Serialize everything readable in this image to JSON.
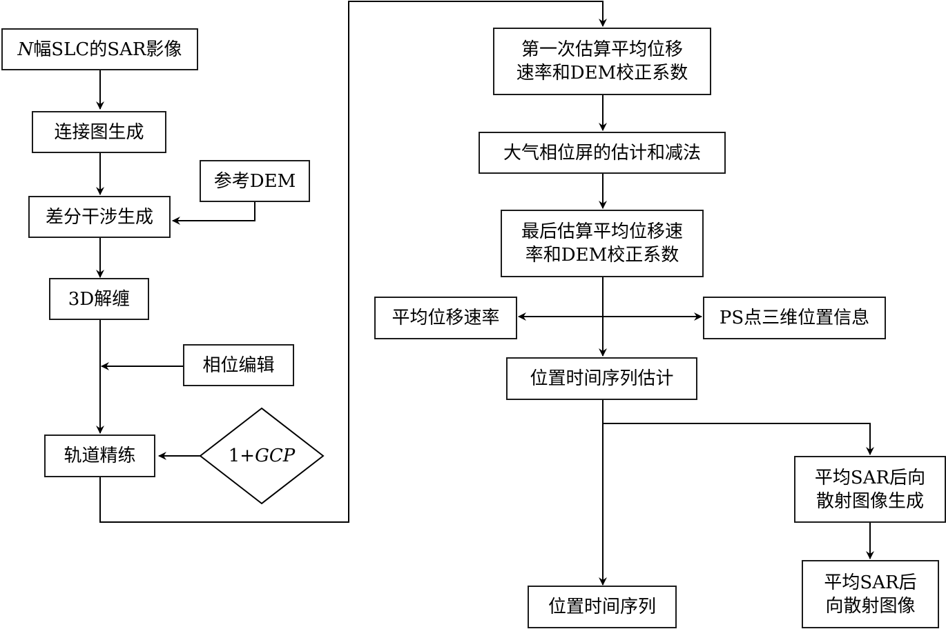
{
  "diagram": {
    "nodes": {
      "n_slc": {
        "prefix": "N",
        "text": "幅SLC的SAR影像"
      },
      "n_graph": {
        "text": "连接图生成"
      },
      "n_refdem": {
        "text": "参考DEM"
      },
      "n_diffint": {
        "text": "差分干涉生成"
      },
      "n_unwrap": {
        "text": "3D解缠"
      },
      "n_phaseedit": {
        "text": "相位编辑"
      },
      "n_orbit": {
        "text": "轨道精练"
      },
      "n_gcp": {
        "prefix": "1+",
        "text": "GCP"
      },
      "n_first": {
        "text": "第一次估算平均位移\n速率和DEM校正系数"
      },
      "n_aps": {
        "text": "大气相位屏的估计和减法"
      },
      "n_final": {
        "text": "最后估算平均位移速\n率和DEM校正系数"
      },
      "n_velocity": {
        "text": "平均位移速率"
      },
      "n_ps3d": {
        "text": "PS点三维位置信息"
      },
      "n_tsest": {
        "text": "位置时间序列估计"
      },
      "n_ts": {
        "text": "位置时间序列"
      },
      "n_meangen": {
        "text": "平均SAR后向\n散射图像生成"
      },
      "n_mean": {
        "text": "平均SAR后\n向散射图像"
      }
    },
    "edges": [
      {
        "from": "n_slc",
        "to": "n_graph"
      },
      {
        "from": "n_graph",
        "to": "n_diffint"
      },
      {
        "from": "n_refdem",
        "to": "n_diffint"
      },
      {
        "from": "n_diffint",
        "to": "n_unwrap"
      },
      {
        "from": "n_unwrap",
        "to": "n_orbit"
      },
      {
        "from": "n_phaseedit",
        "to": "unwrap-orbit-line"
      },
      {
        "from": "n_gcp",
        "to": "n_orbit"
      },
      {
        "from": "n_orbit",
        "to": "n_first"
      },
      {
        "from": "n_first",
        "to": "n_aps"
      },
      {
        "from": "n_aps",
        "to": "n_final"
      },
      {
        "from": "n_final",
        "to": "n_velocity"
      },
      {
        "from": "n_final",
        "to": "n_ps3d"
      },
      {
        "from": "n_final",
        "to": "n_tsest"
      },
      {
        "from": "n_tsest",
        "to": "n_ts"
      },
      {
        "from": "n_tsest",
        "to": "n_meangen"
      },
      {
        "from": "n_meangen",
        "to": "n_mean"
      }
    ]
  }
}
